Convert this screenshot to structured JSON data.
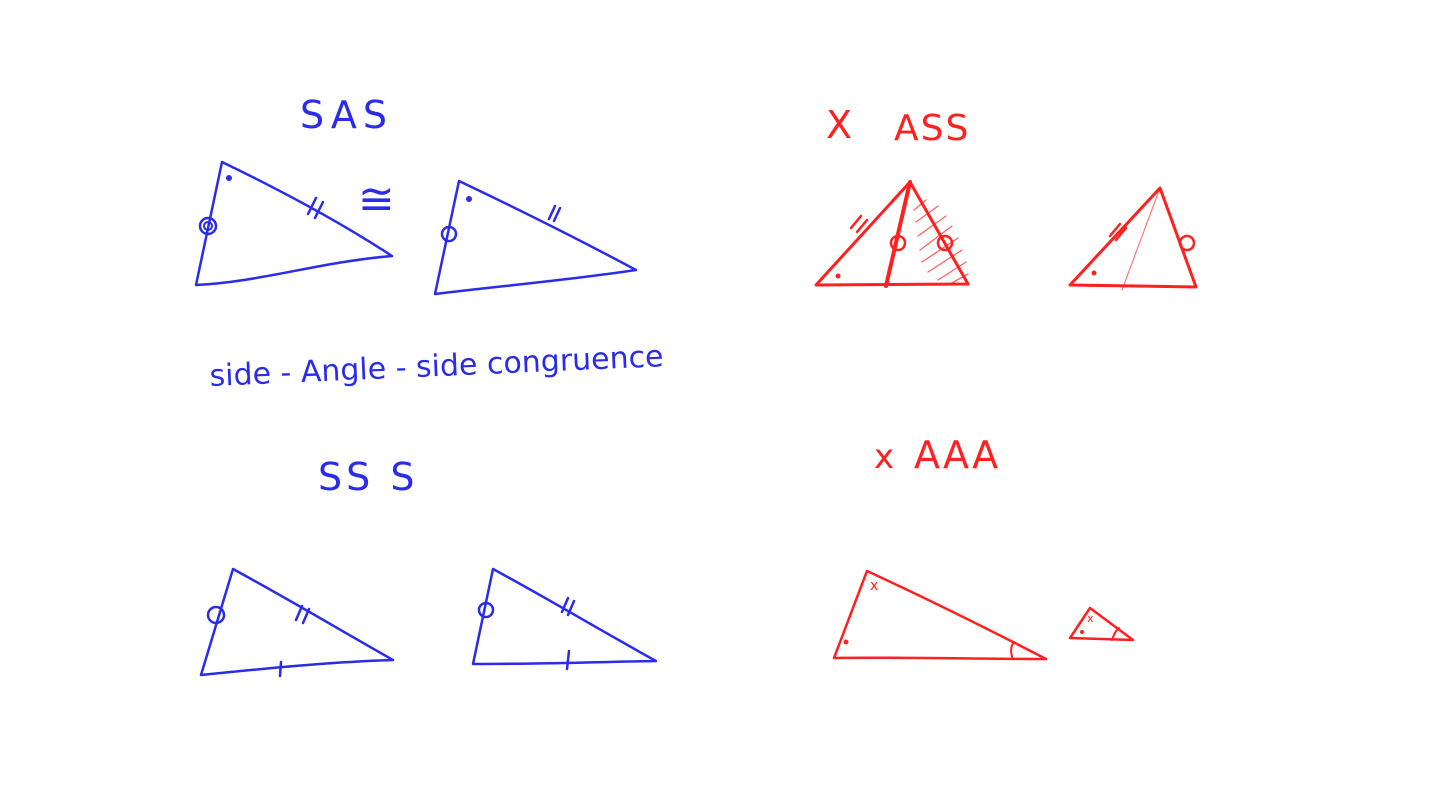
{
  "board": {
    "sas": {
      "label": "SAS",
      "congruent_symbol": "≅",
      "caption": "side - Angle - side congruence"
    },
    "ass": {
      "cross": "X",
      "label": "ASS"
    },
    "sss": {
      "label": "SS S"
    },
    "aaa": {
      "cross": "x",
      "label": "AAA"
    }
  },
  "colors": {
    "valid": "#2b2bea",
    "invalid": "#ff2020",
    "background": "#ffffff"
  }
}
